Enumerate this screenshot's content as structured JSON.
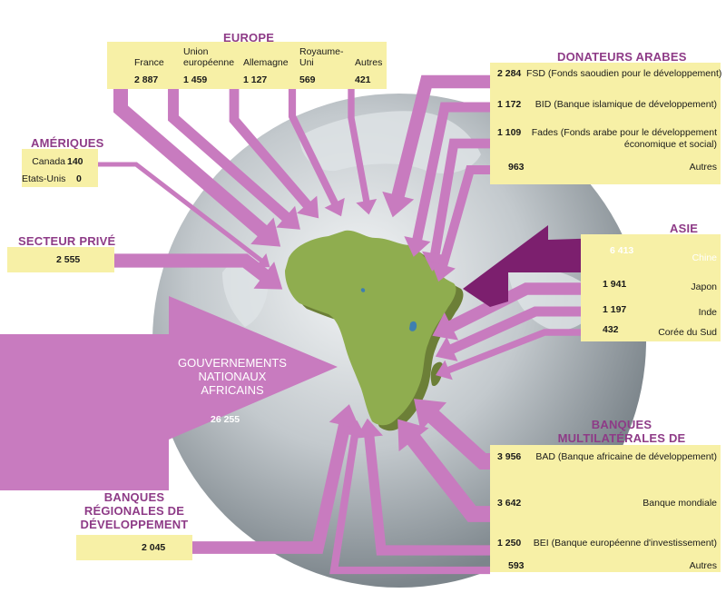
{
  "colors": {
    "flow": "#c87bbf",
    "flow_strong": "#7c1f6e",
    "box": "#f7f0a6",
    "heading": "#8e3b87",
    "africa": "#8fad4f"
  },
  "europe": {
    "title": "EUROPE",
    "items": [
      {
        "label": "France",
        "value": "2 887"
      },
      {
        "label": "Union européenne",
        "value": "1 459"
      },
      {
        "label": "Allemagne",
        "value": "1 127"
      },
      {
        "label": "Royaume-Uni",
        "value": "569"
      },
      {
        "label": "Autres",
        "value": "421"
      }
    ]
  },
  "ameriques": {
    "title": "AMÉRIQUES",
    "items": [
      {
        "label": "Canada",
        "value": "140"
      },
      {
        "label": "Etats-Unis",
        "value": "0"
      }
    ]
  },
  "secteur_prive": {
    "title": "SECTEUR PRIVÉ",
    "value": "2 555"
  },
  "gouvernements": {
    "title": "GOUVERNEMENTS NATIONAUX AFRICAINS",
    "value": "26 255"
  },
  "banques_regionales": {
    "title": "BANQUES RÉGIONALES DE DÉVELOPPEMENT",
    "value": "2 045"
  },
  "donateurs_arabes": {
    "title": "DONATEURS ARABES",
    "items": [
      {
        "value": "2 284",
        "label": "FSD (Fonds saoudien pour le développement)"
      },
      {
        "value": "1 172",
        "label": "BID (Banque islamique de développement)"
      },
      {
        "value": "1 109",
        "label": "Fades  (Fonds arabe pour le développement",
        "label2": "économique et social)"
      },
      {
        "value": "963",
        "label": "Autres"
      }
    ]
  },
  "asie": {
    "title": "ASIE",
    "items": [
      {
        "value": "6 413",
        "label": "Chine"
      },
      {
        "value": "1 941",
        "label": "Japon"
      },
      {
        "value": "1 197",
        "label": "Inde"
      },
      {
        "value": "432",
        "label": "Corée du Sud"
      }
    ]
  },
  "banques_multi": {
    "title": "BANQUES MULTILATÉRALES DE DÉVELOPPEMENT",
    "items": [
      {
        "value": "3 956",
        "label": "BAD (Banque africaine de développement)"
      },
      {
        "value": "3 642",
        "label": "Banque mondiale"
      },
      {
        "value": "1 250",
        "label": "BEI (Banque européenne d'investissement)"
      },
      {
        "value": "593",
        "label": "Autres"
      }
    ]
  }
}
